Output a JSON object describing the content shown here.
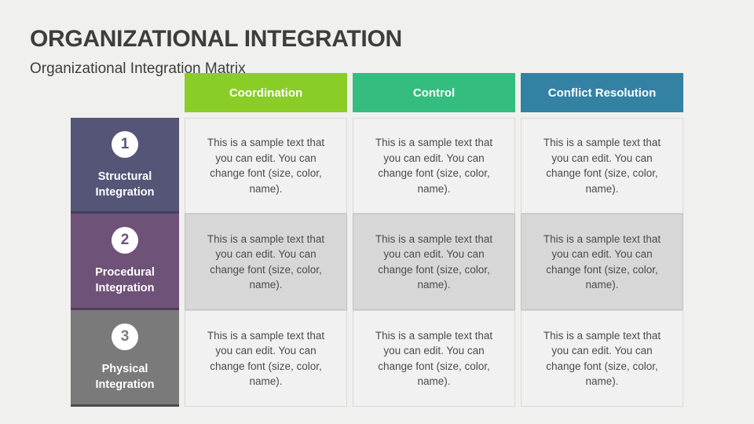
{
  "slide": {
    "title": "ORGANIZATIONAL INTEGRATION",
    "subtitle": "Organizational Integration Matrix"
  },
  "matrix": {
    "sample_text": "This is a sample text that you can edit. You can change font (size, color, name).",
    "columns": [
      {
        "label": "Coordination",
        "color": "#8bcd27"
      },
      {
        "label": "Control",
        "color": "#34bd7f"
      },
      {
        "label": "Conflict Resolution",
        "color": "#3382a4"
      }
    ],
    "rows": [
      {
        "number": "1",
        "label": "Structural Integration",
        "color": "#555577",
        "edge_color": "#423f5e",
        "cell_bg": "#f1f1f1"
      },
      {
        "number": "2",
        "label": "Procedural Integration",
        "color": "#6f5278",
        "edge_color": "#523e5a",
        "cell_bg": "#d7d7d7"
      },
      {
        "number": "3",
        "label": "Physical Integration",
        "color": "#7a7a7a",
        "edge_color": "#4d4d4d",
        "cell_bg": "#f1f1f1"
      }
    ]
  }
}
